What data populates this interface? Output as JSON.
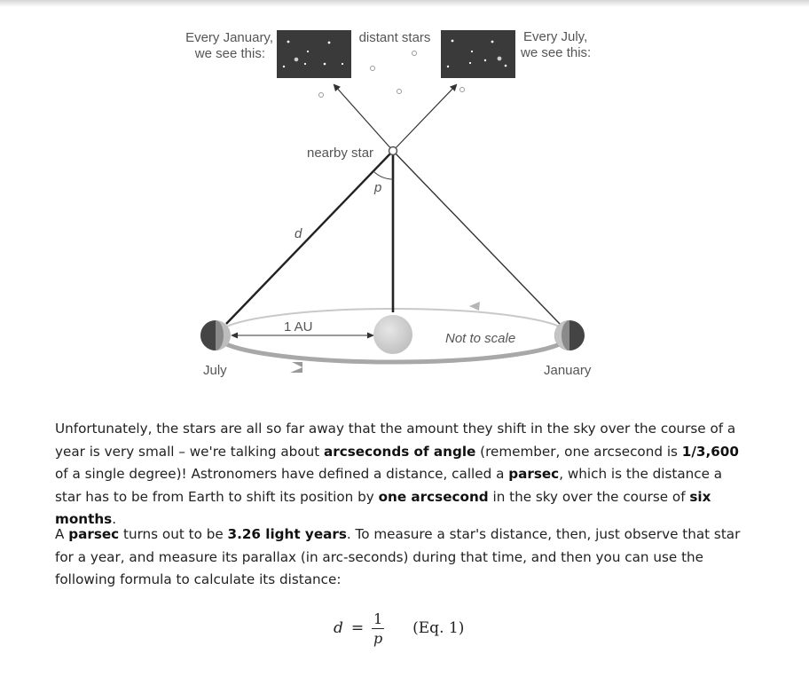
{
  "diagram": {
    "label_every_january": [
      "Every January,",
      "we see this:"
    ],
    "label_distant_stars": "distant stars",
    "label_every_july": [
      "Every July,",
      "we see this:"
    ],
    "label_nearby_star": "nearby star",
    "label_p": "p",
    "label_d": "d",
    "label_1au": "1 AU",
    "label_not_to_scale": "Not to scale",
    "label_july": "July",
    "label_january": "January"
  },
  "paragraph1": {
    "t1": "Unfortunately, the stars are all so far away that the amount they shift in the sky over the course of a year is very small – we're talking about ",
    "b1": "arcseconds of angle",
    "t2": " (remember, one arcsecond is ",
    "b2": "1/3,600",
    "t3": " of a single degree)! Astronomers have defined a distance, called a ",
    "b3": "parsec",
    "t4": ", which is the distance a star has to be from Earth to shift its position by ",
    "b4": "one arcsecond",
    "t5": " in the sky over the course of ",
    "b5": "six months",
    "t6": "."
  },
  "paragraph2": {
    "t1": "A ",
    "b1": "parsec",
    "t2": " turns out to be ",
    "b2": "3.26 light years",
    "t3": ". To measure a star's distance, then, just observe that star for a year, and measure its parallax (in arc-seconds) during that time, and then you can use the following formula to calculate its distance:"
  },
  "equation": {
    "lhs": "d",
    "equals": "=",
    "numerator": "1",
    "denominator": "p",
    "number": "(Eq. 1)"
  }
}
